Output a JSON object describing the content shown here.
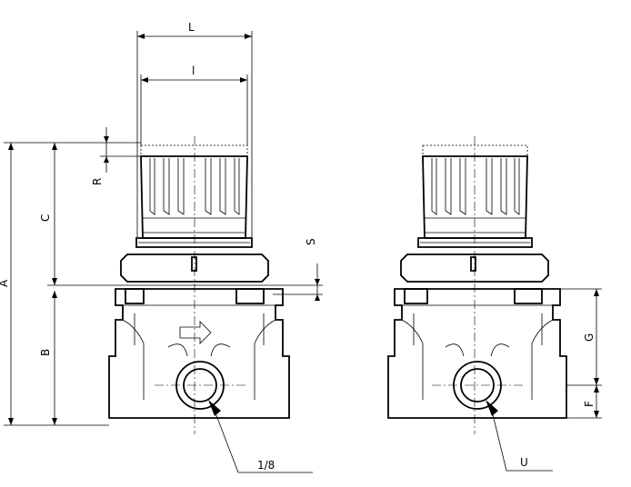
{
  "dimensions": {
    "L": "L",
    "l": "l",
    "R": "R",
    "C": "C",
    "A": "A",
    "B": "B",
    "S": "S",
    "G": "G",
    "F": "F"
  },
  "callouts": {
    "port_size": "1/8",
    "port_code": "U"
  }
}
